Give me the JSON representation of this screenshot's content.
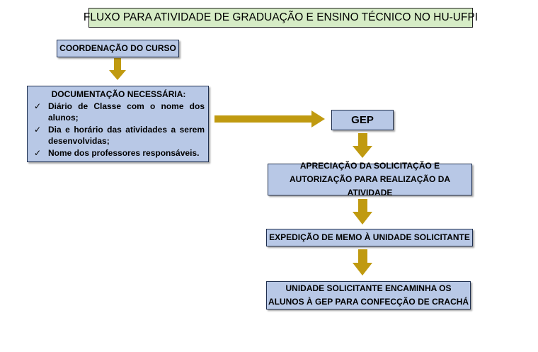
{
  "title": "FLUXO PARA ATIVIDADE DE GRADUAÇÃO E ENSINO TÉCNICO NO HU-UFPI",
  "nodes": {
    "coordenacao": "COORDENAÇÃO DO CURSO",
    "documentacao": {
      "heading": "DOCUMENTAÇÃO NECESSÁRIA:",
      "items": [
        "Diário de Classe com o nome dos alunos;",
        "Dia e horário das atividades a serem desenvolvidas;",
        "Nome dos professores responsáveis."
      ]
    },
    "gep": "GEP",
    "apreciacao": "APRECIAÇÃO DA SOLICITAÇÃO E AUTORIZAÇÃO PARA REALIZAÇÃO DA ATIVIDADE",
    "expedicao": "EXPEDIÇÃO DE MEMO À UNIDADE SOLICITANTE",
    "unidade": "UNIDADE SOLICITANTE ENCAMINHA OS ALUNOS À GEP PARA CONFECÇÃO DE CRACHÁ"
  },
  "colors": {
    "box_fill": "#b8c8e6",
    "title_fill": "#d6ecc6",
    "arrow": "#c09a10"
  },
  "icons": {
    "bullet": "check-icon"
  }
}
